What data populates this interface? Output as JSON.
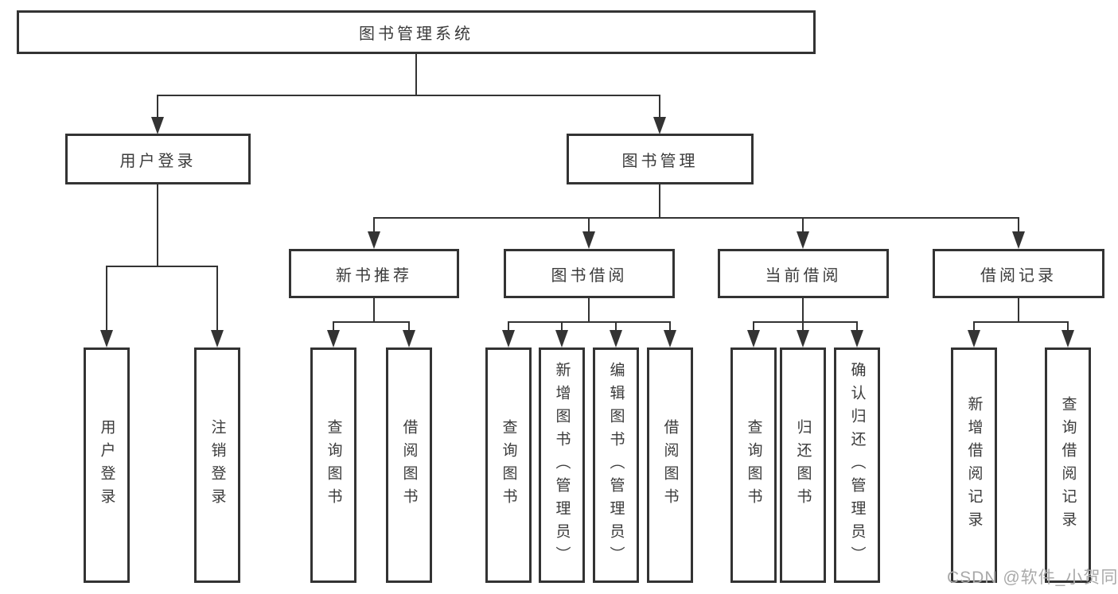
{
  "diagram": {
    "root": {
      "label": "图书管理系统"
    },
    "level2": [
      {
        "label": "用户登录"
      },
      {
        "label": "图书管理"
      }
    ],
    "level3": [
      {
        "label": "新书推荐"
      },
      {
        "label": "图书借阅"
      },
      {
        "label": "当前借阅"
      },
      {
        "label": "借阅记录"
      }
    ],
    "leaves": [
      {
        "label": "用户登录"
      },
      {
        "label": "注销登录"
      },
      {
        "label": "查询图书"
      },
      {
        "label": "借阅图书"
      },
      {
        "label": "查询图书"
      },
      {
        "label": "新增图书（管理员）"
      },
      {
        "label": "编辑图书（管理员）"
      },
      {
        "label": "借阅图书"
      },
      {
        "label": "查询图书"
      },
      {
        "label": "归还图书"
      },
      {
        "label": "确认归还（管理员）"
      },
      {
        "label": "新增借阅记录"
      },
      {
        "label": "查询借阅记录"
      }
    ]
  },
  "watermark": {
    "text": "CSDN @软件_小贺同学"
  },
  "colors": {
    "line": "#333333",
    "text": "#3b3b3b",
    "watermark": "#a9a9a9",
    "background": "#ffffff"
  }
}
